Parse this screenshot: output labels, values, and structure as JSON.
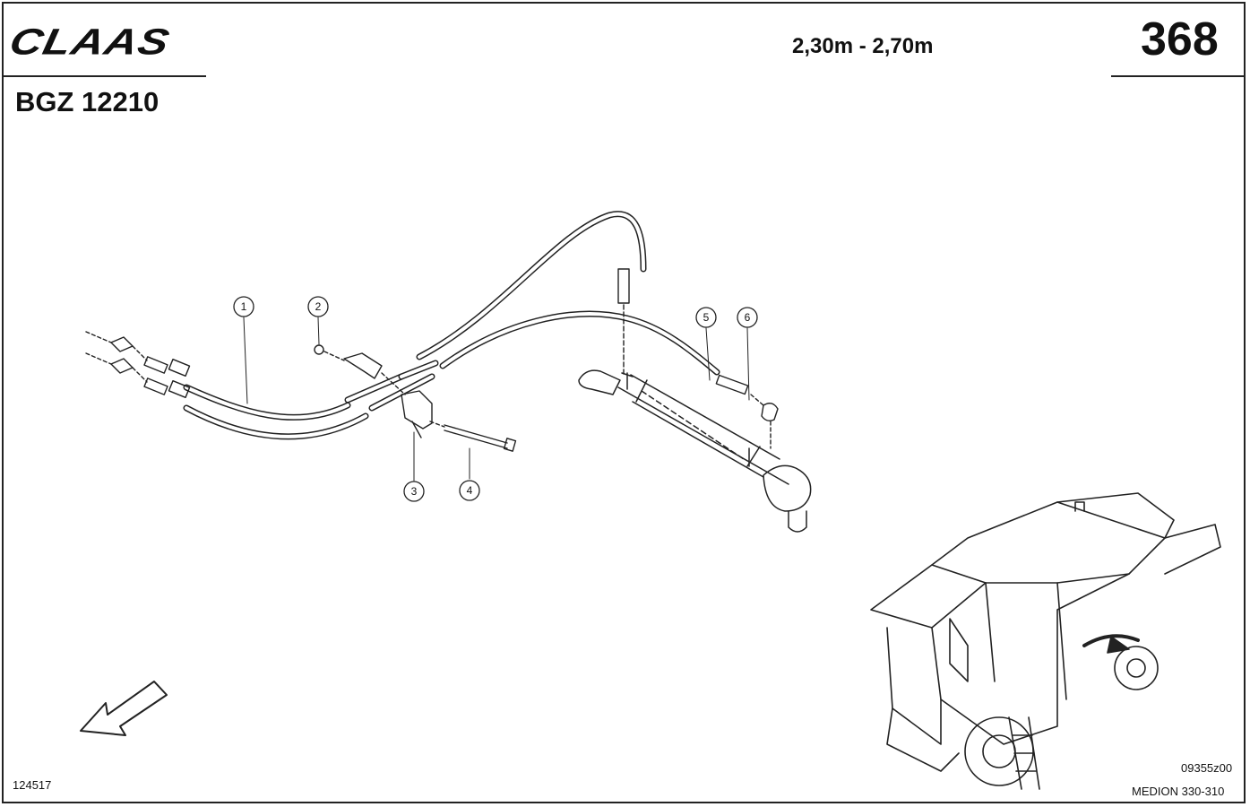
{
  "header": {
    "brand": "CLAAS",
    "assembly_code": "BGZ 12210",
    "width_range": "2,30m - 2,70m",
    "page_number": "368"
  },
  "footer": {
    "document_id": "124517",
    "figure_code": "09355z00",
    "model": "MEDION 330-310"
  },
  "callouts": [
    "1",
    "2",
    "3",
    "4",
    "5",
    "6"
  ],
  "icons": {
    "direction": "direction-arrow-icon",
    "machine": "combine-harvester-icon"
  }
}
